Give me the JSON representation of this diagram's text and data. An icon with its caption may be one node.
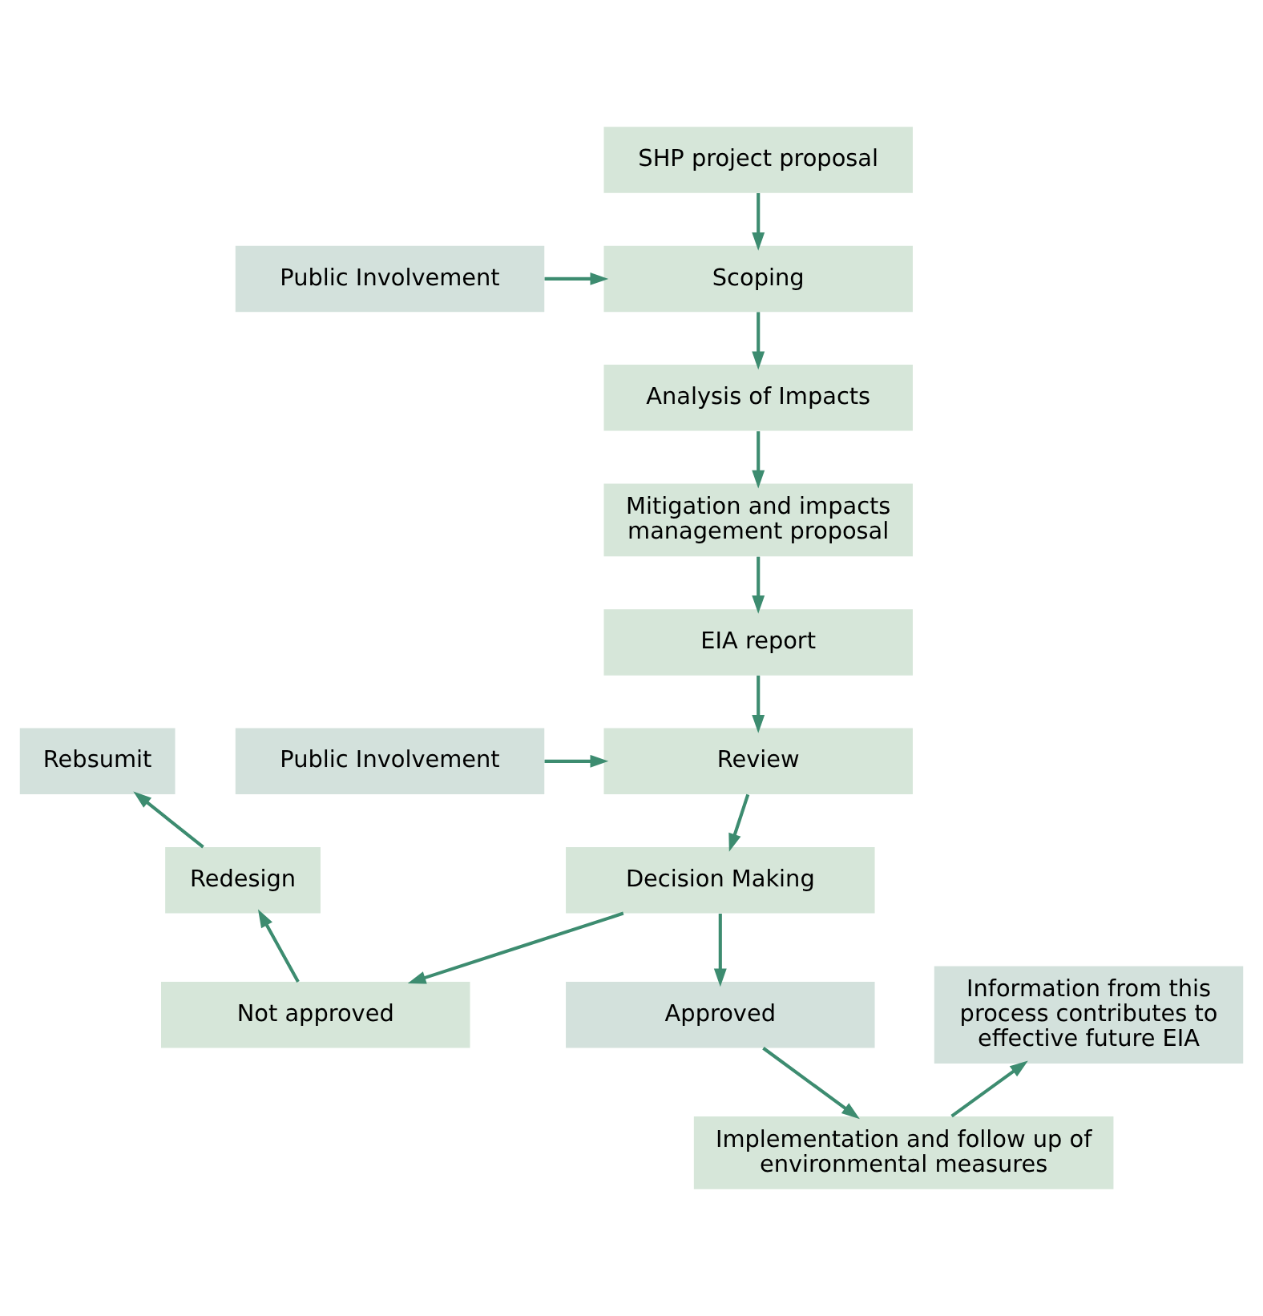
{
  "diagram": {
    "nodes": [
      {
        "text": [
          "SHP project proposal"
        ]
      },
      {
        "text": [
          "Scoping"
        ]
      },
      {
        "text": [
          "Public Involvement"
        ]
      },
      {
        "text": [
          "Analysis of Impacts"
        ]
      },
      {
        "text": [
          "Mitigation and impacts management proposal"
        ]
      },
      {
        "text": [
          "EIA report"
        ]
      },
      {
        "text": [
          "Rebsumit"
        ]
      },
      {
        "text": [
          "Review"
        ]
      },
      {
        "text": [
          "Public Involvement"
        ]
      },
      {
        "text": [
          "Redesign"
        ]
      },
      {
        "text": [
          "Decision Making"
        ]
      },
      {
        "text": [
          "Information from this process contributes to effective future EIA"
        ]
      },
      {
        "text": [
          "Not approved"
        ]
      },
      {
        "text": [
          "Approved"
        ]
      },
      {
        "text": [
          "Implementation and follow up of environmental measures"
        ]
      }
    ],
    "edges": [
      {
        "from": 0,
        "to": 1,
        "arrow": "to"
      },
      {
        "from": 2,
        "to": 1,
        "arrow": "to"
      },
      {
        "from": 1,
        "to": 3,
        "arrow": "to"
      },
      {
        "from": 3,
        "to": 4,
        "arrow": "to"
      },
      {
        "from": 4,
        "to": 5,
        "arrow": "to"
      },
      {
        "from": 5,
        "to": 7,
        "arrow": "to"
      },
      {
        "from": 8,
        "to": 7,
        "arrow": "to"
      },
      {
        "from": 7,
        "to": 10,
        "arrow": "to"
      },
      {
        "from": 10,
        "to": 12,
        "arrow": "to"
      },
      {
        "from": 10,
        "to": 13,
        "arrow": "to"
      },
      {
        "from": 12,
        "to": 9,
        "arrow": "to"
      },
      {
        "from": 9,
        "to": 6,
        "arrow": "to"
      },
      {
        "from": 13,
        "to": 14,
        "arrow": "to"
      },
      {
        "from": 14,
        "to": 11,
        "arrow": "to"
      }
    ]
  }
}
